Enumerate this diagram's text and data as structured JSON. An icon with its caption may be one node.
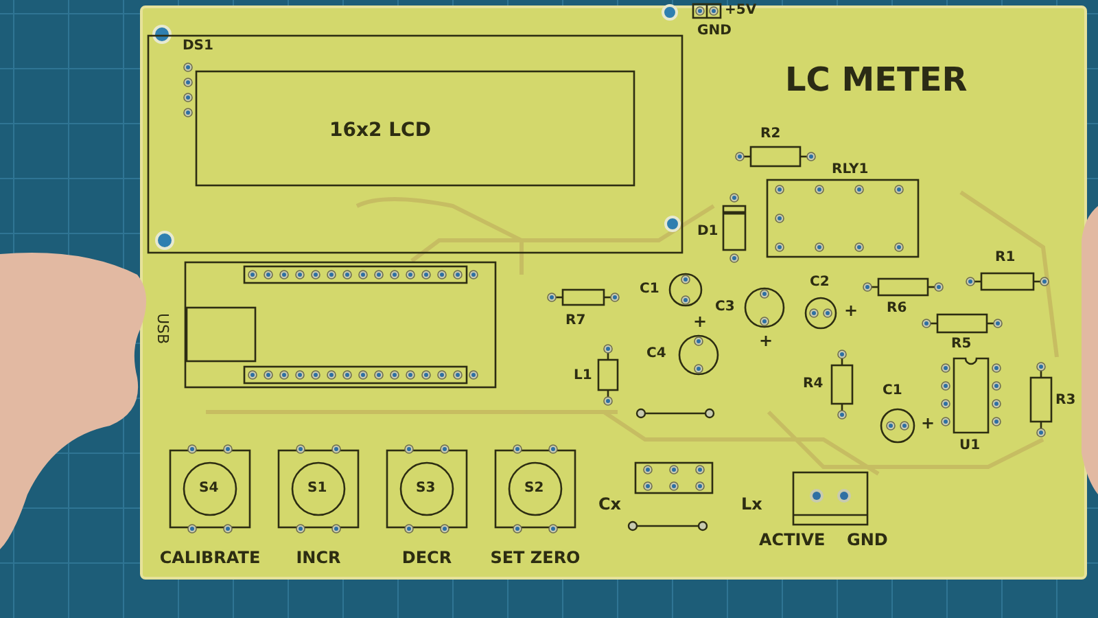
{
  "diagram": {
    "title": "LC METER",
    "nodes": [
      {
        "text": [
          "DS1",
          "16x2 LCD"
        ]
      },
      {
        "text": [],
        "shape": "box",
        "beside": [
          "GND",
          "+5V"
        ]
      },
      {
        "text": [
          "R2"
        ]
      },
      {
        "text": [
          "RLY1"
        ]
      },
      {
        "text": [
          "D1"
        ]
      },
      {
        "text": [],
        "shape": "box",
        "beside": [
          "USB"
        ]
      },
      {
        "text": [
          "R7"
        ]
      },
      {
        "text": [
          "C1"
        ]
      },
      {
        "text": [
          "C3"
        ],
        "beside": [
          "+"
        ]
      },
      {
        "text": [
          "C2"
        ],
        "beside": [
          "+"
        ]
      },
      {
        "text": [
          "R6"
        ]
      },
      {
        "text": [
          "R1"
        ]
      },
      {
        "text": [
          "R5"
        ]
      },
      {
        "text": [
          "C4"
        ],
        "beside": [
          "+"
        ]
      },
      {
        "text": [
          "L1"
        ]
      },
      {
        "text": [
          "R4"
        ]
      },
      {
        "text": [
          "C1"
        ],
        "beside": [
          "+"
        ]
      },
      {
        "text": [
          "U1"
        ]
      },
      {
        "text": [
          "R3"
        ]
      },
      {
        "text": [
          "S4"
        ],
        "beside": [
          "CALIBRATE"
        ]
      },
      {
        "text": [
          "S1"
        ],
        "beside": [
          "INCR"
        ]
      },
      {
        "text": [
          "S3"
        ],
        "beside": [
          "DECR"
        ]
      },
      {
        "text": [
          "S2"
        ],
        "beside": [
          "SET ZERO"
        ]
      },
      {
        "text": [],
        "shape": "box",
        "beside": [
          "Cx"
        ]
      },
      {
        "text": [],
        "shape": "box",
        "beside": [
          "ACTIVE",
          "GND"
        ]
      }
    ],
    "labels": [
      "Lx"
    ]
  }
}
